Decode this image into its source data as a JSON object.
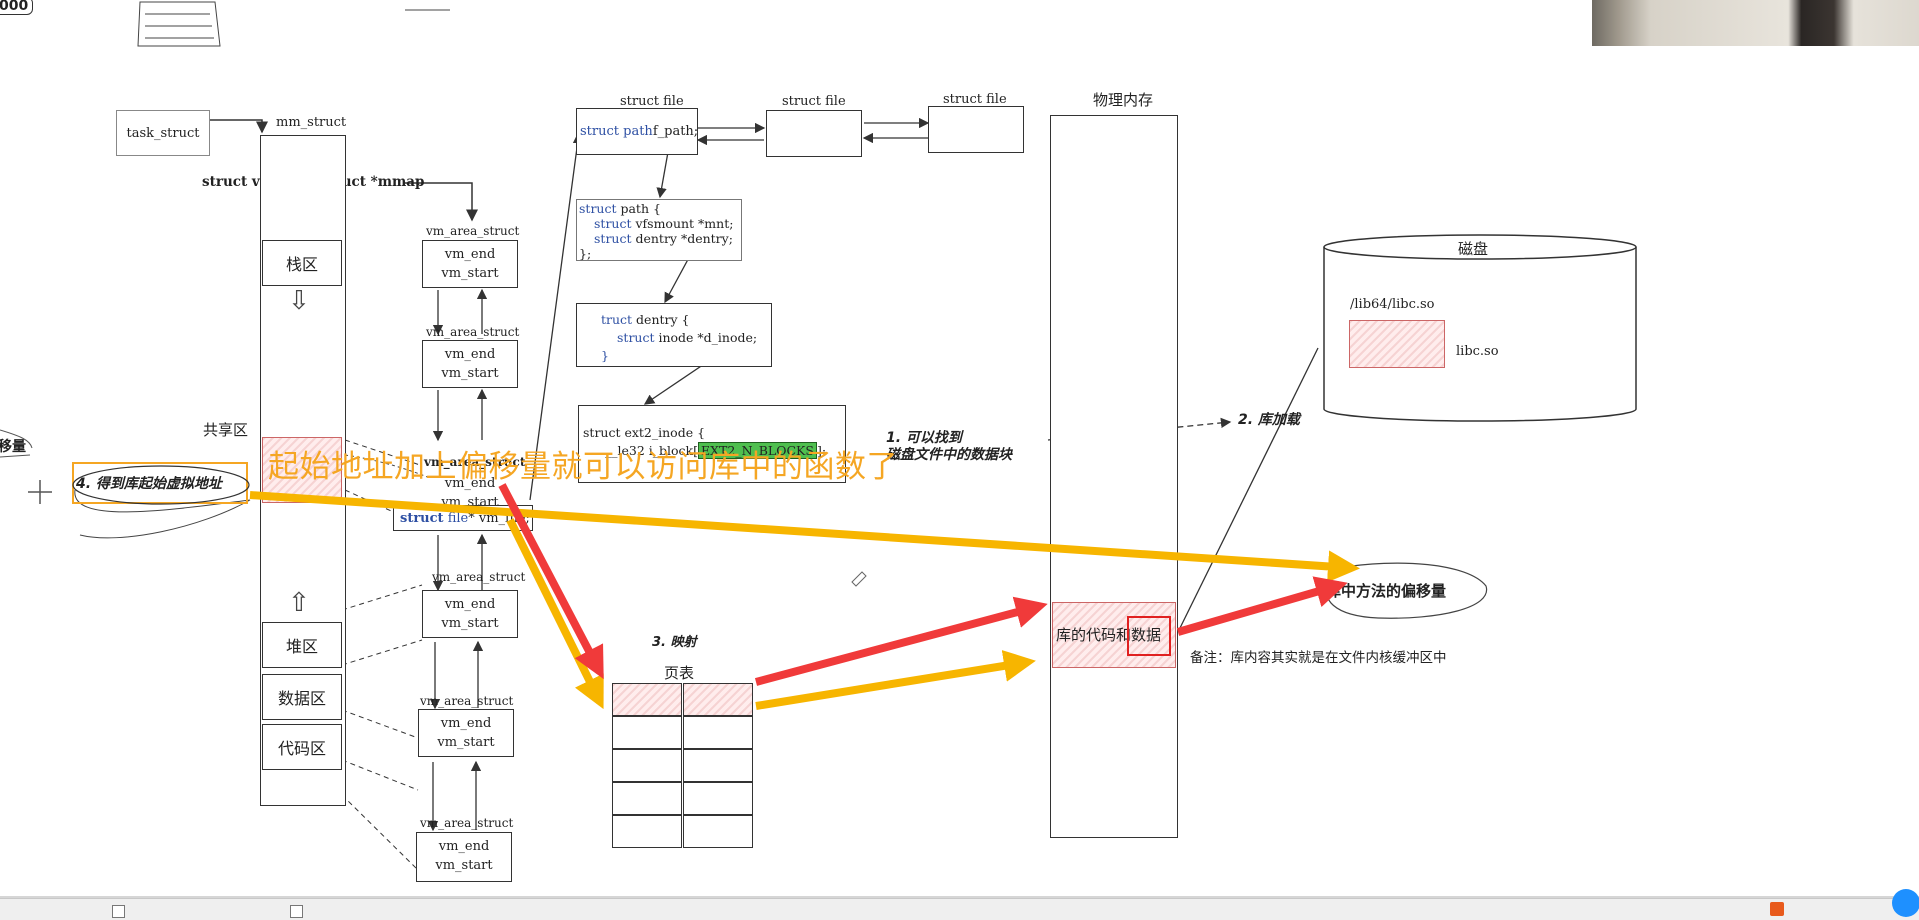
{
  "top_fragment": {
    "text": "000"
  },
  "mm": {
    "task_struct": "task_struct",
    "mm_struct": "mm_struct",
    "mmap_line": "struct vm_area_struct *mmap",
    "regions": {
      "stack": "栈区",
      "shared": "共享区",
      "heap": "堆区",
      "data": "数据区",
      "code": "代码区"
    },
    "partial_left_label": "移量"
  },
  "vmas": [
    {
      "title": "vm_area_struct",
      "end": "vm_end",
      "start": "vm_start"
    },
    {
      "title": "vm_area_struct",
      "end": "vm_end",
      "start": "vm_start"
    },
    {
      "title": "vm_area_struct",
      "end": "vm_end",
      "start": "vm_start"
    },
    {
      "title": "vm_area_struct",
      "end": "vm_end",
      "start": "vm_start"
    },
    {
      "title": "vm_area_struct",
      "end": "vm_end",
      "start": "vm_start"
    },
    {
      "title": "vm_area_struct",
      "end": "vm_end",
      "start": "vm_start"
    }
  ],
  "vm_file": {
    "kw1": "struct",
    "kw2": "file",
    "rest": " * vm_file;"
  },
  "file_structs": {
    "title1": "struct file",
    "title2": "struct file",
    "title3": "struct file",
    "f_path_kw1": "struct",
    "f_path_kw2": "path",
    "f_path_rest": " f_path;",
    "path_struct": {
      "line1_kw": "struct",
      "line1_rest": " path {",
      "line2_kw": "struct",
      "line2_rest": " vfsmount *mnt;",
      "line3_kw": "struct",
      "line3_rest": " dentry *dentry;",
      "line4": "};"
    },
    "dentry_struct": {
      "line1_kw": "truct",
      "line1_rest": " dentry {",
      "line2_kw": "struct",
      "line2_rest": " inode *d_inode;",
      "line3": "}"
    },
    "inode_struct": {
      "line1": "struct ext2_inode {",
      "line2_a": "__le32  i_block[",
      "line2_hl": "EXT2_N_BLOCKS",
      "line2_b": "];"
    }
  },
  "page_table": {
    "title": "页表",
    "step": "3. 映射"
  },
  "physical_memory": {
    "title": "物理内存",
    "code_data": "库的代码和数据"
  },
  "disk": {
    "title": "磁盘",
    "path": "/lib64/libc.so",
    "file": "libc.so"
  },
  "steps": {
    "s1_line1": "1. 可以找到",
    "s1_line2": "磁盘文件中的数据块",
    "s2": "2. 库加载",
    "s4": "4. 得到库起始虚拟地址",
    "offset": "库中方法的偏移量"
  },
  "overlay_caption": "起始地址加上偏移量就可以访问库中的函数了",
  "note": "备注：库内容其实就是在文件内核缓冲区中",
  "colors": {
    "caption": "#f5a623",
    "orange_arrow": "#f7b500",
    "red_arrow": "#f03a3a",
    "green_highlight": "#4fbf4f"
  }
}
